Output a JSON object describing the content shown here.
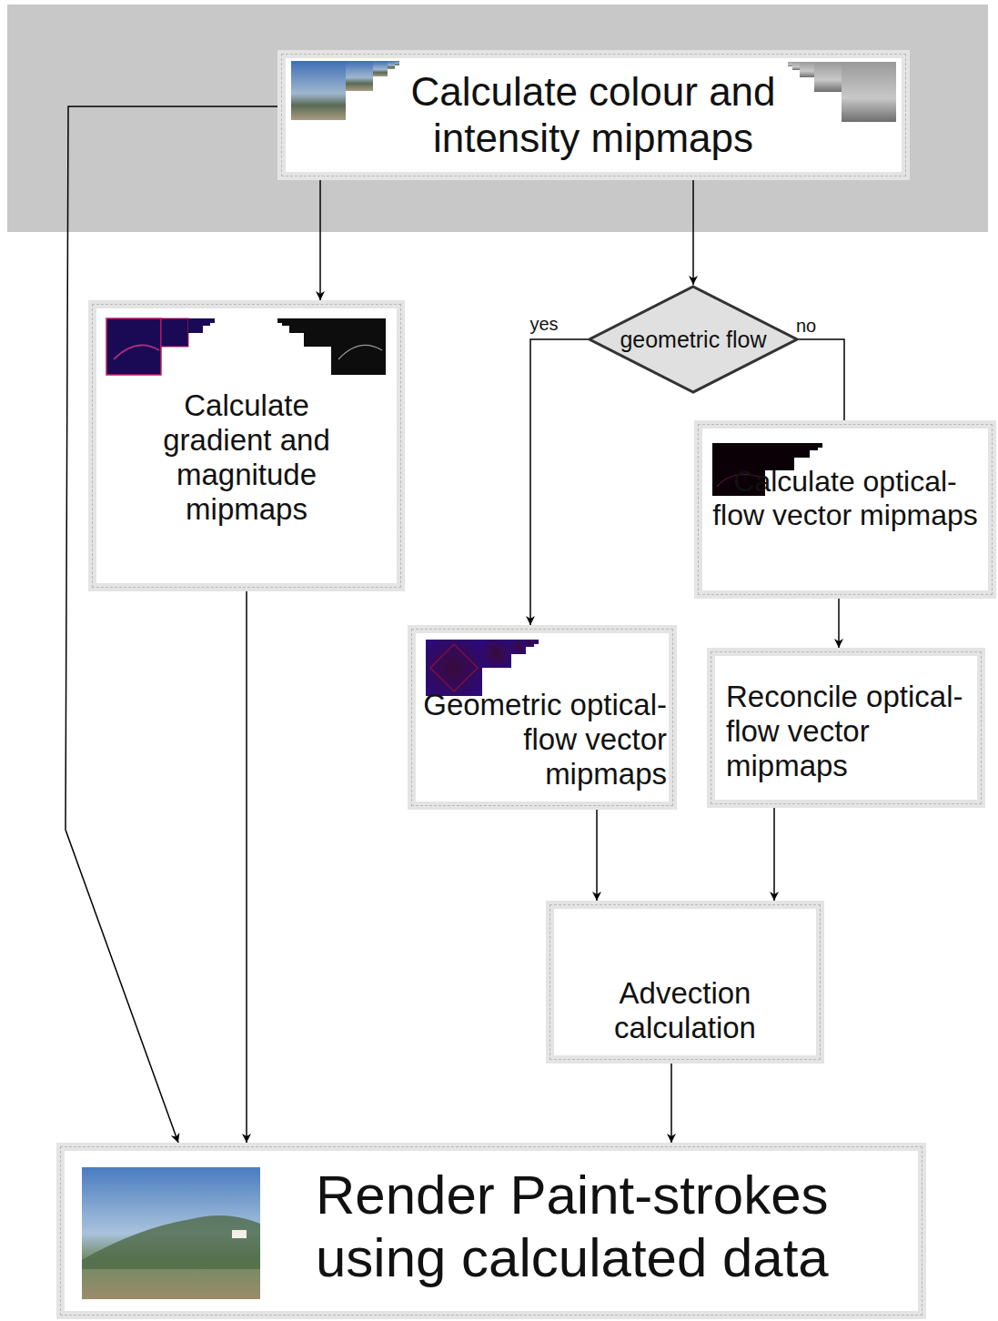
{
  "diagram": {
    "nodes": [
      {
        "text": [
          "Calculate colour and intensity mipmaps"
        ]
      },
      {
        "text": [
          "Calculate gradient and magnitude mipmaps"
        ]
      },
      {
        "text": [
          "geometric flow"
        ]
      },
      {
        "text": [
          "Calculate optical-flow vector mipmaps"
        ]
      },
      {
        "text": [
          "Geometric optical-flow vector mipmaps"
        ]
      },
      {
        "text": [
          "Reconcile optical-flow vector mipmaps"
        ]
      },
      {
        "text": [
          "Advection calculation"
        ]
      },
      {
        "text": [
          "Render Paint-strokes using calculated data"
        ]
      }
    ],
    "edges": [
      {
        "from": 0,
        "to": 1,
        "arrow": "to"
      },
      {
        "from": 0,
        "to": 2,
        "arrow": "to"
      },
      {
        "from": 2,
        "to": 4,
        "label": "yes",
        "arrow": "to"
      },
      {
        "from": 2,
        "to": 3,
        "label": "no",
        "arrow": "none"
      },
      {
        "from": 3,
        "to": 5,
        "arrow": "to"
      },
      {
        "from": 4,
        "to": 6,
        "arrow": "to"
      },
      {
        "from": 5,
        "to": 6,
        "arrow": "to"
      },
      {
        "from": 6,
        "to": 7,
        "arrow": "to"
      },
      {
        "from": 0,
        "to": 7,
        "arrow": "to"
      },
      {
        "from": 1,
        "to": 7,
        "arrow": "to"
      }
    ]
  }
}
